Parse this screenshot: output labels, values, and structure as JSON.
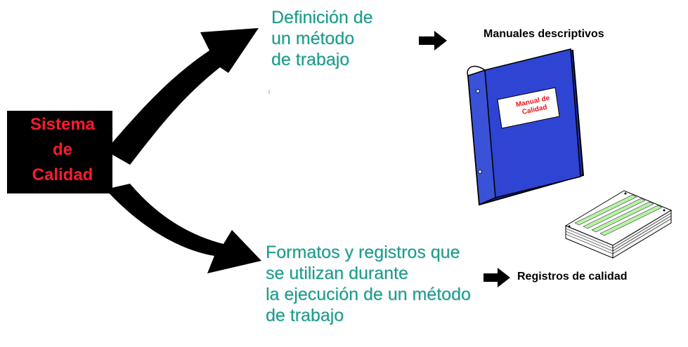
{
  "diagram": {
    "center": {
      "lines": [
        "Sistema",
        "de",
        "Calidad"
      ],
      "text_color": "#ff1a2e",
      "box_color": "#000000"
    },
    "top_branch": {
      "lines": [
        "Definición de",
        "un método",
        "de trabajo"
      ],
      "text_color": "#1a9a8c",
      "output_label": "Manuales descriptivos",
      "binder_label_lines": [
        "Manual de",
        "Calidad"
      ],
      "binder_color": "#2b3fc9"
    },
    "bottom_branch": {
      "lines": [
        "Formatos y registros que",
        "se utilizan durante",
        "la ejecución de un método",
        "de trabajo"
      ],
      "text_color": "#1a9a8c",
      "output_label": "Registros de calidad",
      "records_stripe_color": "#b8f0a8"
    }
  }
}
